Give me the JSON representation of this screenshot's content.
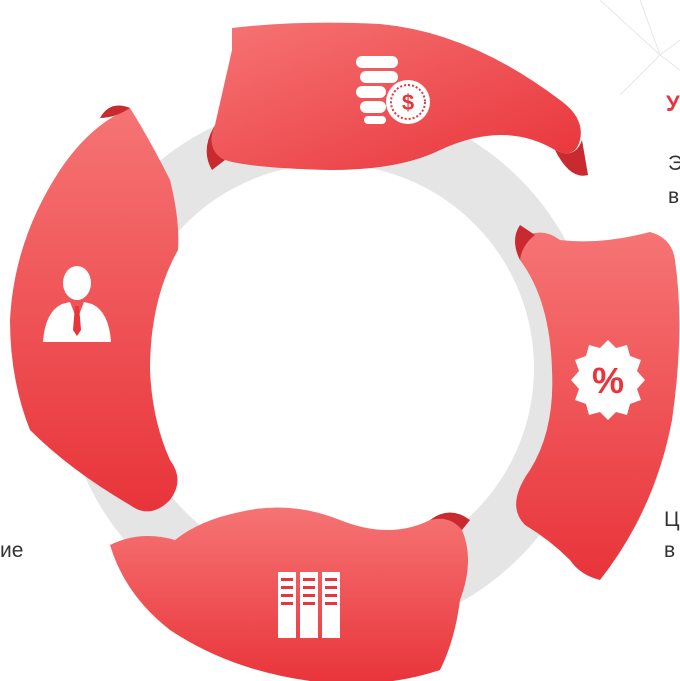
{
  "colors": {
    "ring": "#e5e5e5",
    "segment_light": "#f66f6f",
    "segment_dark": "#e7343a",
    "icon": "#ffffff",
    "heading": "#e8343b",
    "text": "#333333"
  },
  "ring": {
    "segments": [
      {
        "id": "top",
        "icon": "coins-dollar-icon"
      },
      {
        "id": "right",
        "icon": "percent-badge-icon"
      },
      {
        "id": "bottom",
        "icon": "server-racks-icon"
      },
      {
        "id": "left",
        "icon": "businessman-icon"
      }
    ]
  },
  "right_edge": {
    "heading": "У",
    "line1": "Э",
    "line2": "в",
    "line3": "Ц",
    "line4": "в"
  },
  "left_edge": {
    "fragment": "ие"
  }
}
